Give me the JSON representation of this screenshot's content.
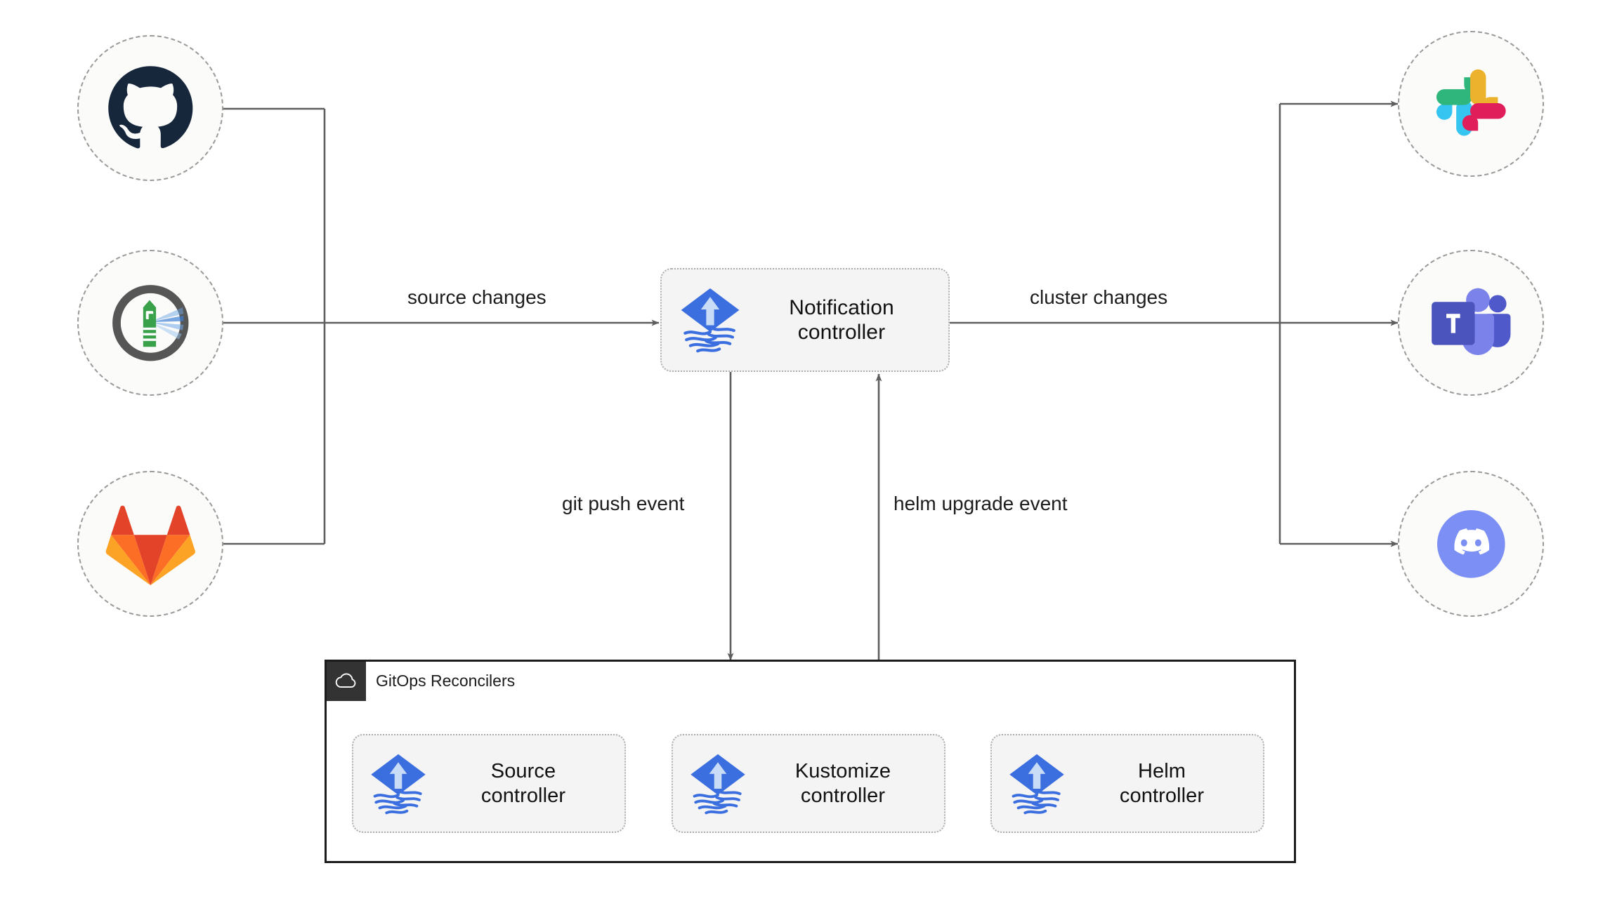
{
  "diagram": {
    "title": "Flux notification controller architecture",
    "background": "#ffffff",
    "line_color": "#5e5e5e",
    "container_border_color": "#1c1c1c",
    "node_fill": "#fbfbf9",
    "node_border_color": "#9a9a9a",
    "box_fill": "#f4f4f4",
    "box_border_color": "#adadad",
    "flux_blue": "#3b6fe0",
    "flux_arrow_blue": "#c8dcf7"
  },
  "sources": [
    {
      "id": "github",
      "icon": "github-icon",
      "label": "GitHub"
    },
    {
      "id": "harbor",
      "icon": "harbor-icon",
      "label": "Harbor"
    },
    {
      "id": "gitlab",
      "icon": "gitlab-icon",
      "label": "GitLab"
    }
  ],
  "targets": [
    {
      "id": "slack",
      "icon": "slack-icon",
      "label": "Slack"
    },
    {
      "id": "teams",
      "icon": "microsoft-teams-icon",
      "label": "Microsoft Teams"
    },
    {
      "id": "discord",
      "icon": "discord-icon",
      "label": "Discord"
    }
  ],
  "notification": {
    "icon": "flux-logo-icon",
    "label": "Notification\ncontroller"
  },
  "container": {
    "badge_icon": "cloud-icon",
    "title": "GitOps Reconcilers",
    "controllers": [
      {
        "id": "source",
        "icon": "flux-logo-icon",
        "label": "Source\ncontroller"
      },
      {
        "id": "kustomize",
        "icon": "flux-logo-icon",
        "label": "Kustomize\ncontroller"
      },
      {
        "id": "helm",
        "icon": "flux-logo-icon",
        "label": "Helm\ncontroller"
      }
    ]
  },
  "edges": [
    {
      "id": "source-changes",
      "label": "source changes"
    },
    {
      "id": "cluster-changes",
      "label": "cluster changes"
    },
    {
      "id": "git-push-event",
      "label": "git push event"
    },
    {
      "id": "helm-upgrade-event",
      "label": "helm upgrade event"
    }
  ]
}
